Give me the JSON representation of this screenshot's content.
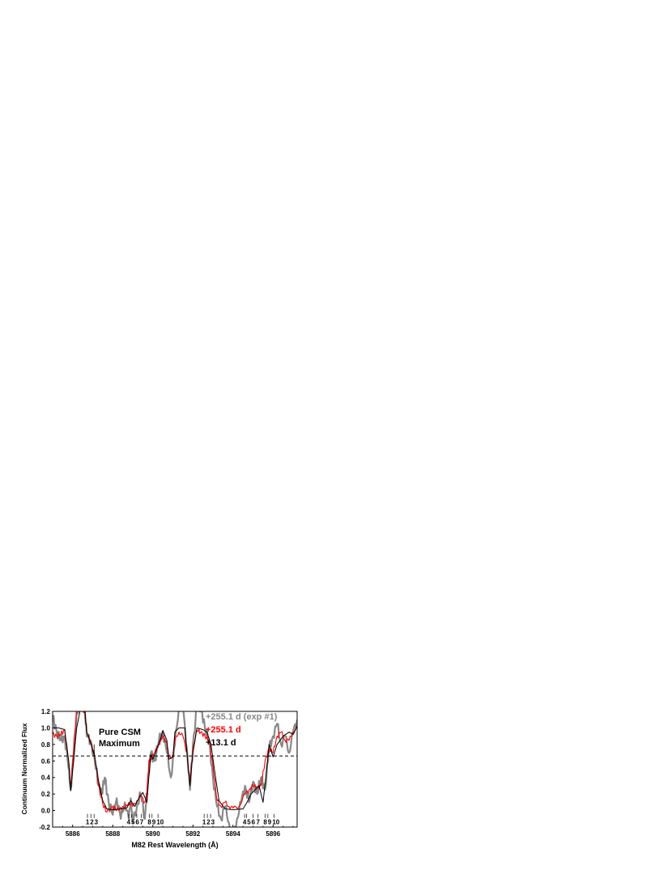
{
  "chart_data": {
    "type": "line",
    "xlabel": "M82 Rest Wavelength (Å)",
    "ylabel": "Continuum Normalized Flux",
    "xlim": [
      5885.0,
      5897.2
    ],
    "ylim": [
      -0.2,
      1.2
    ],
    "xticks": [
      5886,
      5888,
      5890,
      5892,
      5894,
      5896
    ],
    "yticks": [
      -0.2,
      0.0,
      0.2,
      0.4,
      0.6,
      0.8,
      1.0,
      1.2
    ],
    "grid": false,
    "legend_placement": "top-right",
    "hline": {
      "y": 0.66,
      "style": "dashed"
    },
    "annotation": {
      "text_lines": [
        "Pure CSM",
        "Maximum"
      ],
      "arrow_x": 5887.07,
      "arrow_from": 0.8,
      "arrow_to": 0.68
    },
    "markers": [
      {
        "label": "1",
        "x": 5886.74
      },
      {
        "label": "2",
        "x": 5886.91
      },
      {
        "label": "3",
        "x": 5887.07
      },
      {
        "label": "4",
        "x": 5888.79
      },
      {
        "label": "5",
        "x": 5888.93
      },
      {
        "label": "6",
        "x": 5889.2
      },
      {
        "label": "7",
        "x": 5889.43
      },
      {
        "label": "8",
        "x": 5889.83
      },
      {
        "label": "9",
        "x": 5889.96
      },
      {
        "label": "10",
        "x": 5890.26
      },
      {
        "label": "1",
        "x": 5892.56
      },
      {
        "label": "2",
        "x": 5892.72
      },
      {
        "label": "3",
        "x": 5892.88
      },
      {
        "label": "4",
        "x": 5894.58
      },
      {
        "label": "5",
        "x": 5894.68
      },
      {
        "label": "6",
        "x": 5895.0
      },
      {
        "label": "7",
        "x": 5895.25
      },
      {
        "label": "8",
        "x": 5895.61
      },
      {
        "label": "9",
        "x": 5895.74
      },
      {
        "label": "10",
        "x": 5896.05
      }
    ],
    "series": [
      {
        "name": "+255.1 d (exp #1)",
        "color": "#888888",
        "x": [
          5885.0,
          5885.2,
          5885.4,
          5885.6,
          5885.8,
          5885.9,
          5886.05,
          5886.2,
          5886.4,
          5886.6,
          5886.7,
          5886.9,
          5887.1,
          5887.3,
          5887.45,
          5887.6,
          5887.8,
          5888.0,
          5888.2,
          5888.4,
          5888.6,
          5888.8,
          5888.9,
          5889.0,
          5889.2,
          5889.4,
          5889.6,
          5889.8,
          5889.9,
          5890.1,
          5890.3,
          5890.5,
          5890.7,
          5890.9,
          5891.1,
          5891.3,
          5891.5,
          5891.7,
          5891.85,
          5892.0,
          5892.2,
          5892.4,
          5892.6,
          5892.8,
          5893.0,
          5893.2,
          5893.4,
          5893.6,
          5893.8,
          5894.0,
          5894.2,
          5894.4,
          5894.6,
          5894.8,
          5895.0,
          5895.2,
          5895.4,
          5895.6,
          5895.8,
          5896.0,
          5896.2,
          5896.4,
          5896.6,
          5896.8,
          5897.0,
          5897.2
        ],
        "y": [
          1.15,
          0.95,
          0.85,
          0.9,
          0.5,
          0.25,
          0.7,
          1.2,
          1.25,
          1.25,
          0.9,
          0.85,
          0.6,
          0.3,
          0.2,
          0.4,
          0.1,
          -0.05,
          0.15,
          -0.1,
          0.1,
          -0.1,
          0.15,
          -0.15,
          0.05,
          0.2,
          -0.1,
          0.45,
          0.7,
          0.6,
          0.85,
          0.95,
          0.7,
          0.4,
          0.8,
          1.25,
          1.25,
          0.75,
          0.25,
          0.8,
          1.25,
          1.25,
          1.0,
          0.85,
          0.4,
          0.05,
          -0.1,
          0.05,
          -0.15,
          -0.3,
          -0.1,
          0.1,
          0.3,
          0.1,
          0.35,
          0.2,
          0.4,
          0.25,
          0.75,
          0.9,
          1.05,
          0.8,
          0.9,
          0.7,
          0.95,
          1.1
        ]
      },
      {
        "name": "+255.1 d",
        "color": "#ff0000",
        "x": [
          5885.0,
          5885.2,
          5885.4,
          5885.6,
          5885.8,
          5885.9,
          5886.05,
          5886.2,
          5886.4,
          5886.6,
          5886.7,
          5886.9,
          5887.1,
          5887.3,
          5887.5,
          5887.7,
          5888.0,
          5888.2,
          5888.4,
          5888.6,
          5888.8,
          5889.0,
          5889.2,
          5889.4,
          5889.6,
          5889.7,
          5889.8,
          5889.9,
          5890.1,
          5890.3,
          5890.5,
          5890.7,
          5890.8,
          5891.0,
          5891.1,
          5891.3,
          5891.5,
          5891.7,
          5891.85,
          5892.0,
          5892.2,
          5892.4,
          5892.6,
          5892.8,
          5893.0,
          5893.2,
          5893.4,
          5893.6,
          5893.8,
          5894.0,
          5894.3,
          5894.6,
          5894.8,
          5895.0,
          5895.2,
          5895.4,
          5895.6,
          5895.8,
          5896.0,
          5896.2,
          5896.4,
          5896.6,
          5896.8,
          5897.0,
          5897.2
        ],
        "y": [
          0.93,
          0.9,
          0.92,
          0.98,
          0.6,
          0.28,
          0.7,
          1.25,
          1.25,
          1.2,
          0.95,
          0.82,
          0.66,
          0.3,
          0.08,
          -0.02,
          0.05,
          0.0,
          0.04,
          0.03,
          0.1,
          0.05,
          0.12,
          0.18,
          0.1,
          0.2,
          0.6,
          0.62,
          0.7,
          0.8,
          0.9,
          0.82,
          0.64,
          0.65,
          0.85,
          0.95,
          0.9,
          0.7,
          0.32,
          0.75,
          0.97,
          0.95,
          0.9,
          0.85,
          0.55,
          0.12,
          0.05,
          0.1,
          0.05,
          0.03,
          0.05,
          0.2,
          0.25,
          0.3,
          0.28,
          0.3,
          0.6,
          0.75,
          0.7,
          0.9,
          0.95,
          0.85,
          0.85,
          0.95,
          1.0
        ]
      },
      {
        "name": "+13.1 d",
        "color": "#000000",
        "x": [
          5885.0,
          5885.3,
          5885.6,
          5885.8,
          5885.9,
          5886.05,
          5886.2,
          5886.4,
          5886.6,
          5886.7,
          5886.9,
          5887.1,
          5887.3,
          5887.5,
          5887.7,
          5888.0,
          5888.4,
          5888.7,
          5888.9,
          5889.1,
          5889.3,
          5889.5,
          5889.7,
          5889.8,
          5889.9,
          5890.0,
          5890.2,
          5890.4,
          5890.5,
          5890.7,
          5890.8,
          5891.0,
          5891.1,
          5891.3,
          5891.6,
          5891.7,
          5891.85,
          5892.0,
          5892.2,
          5892.5,
          5892.7,
          5892.9,
          5893.1,
          5893.3,
          5893.6,
          5894.0,
          5894.5,
          5894.7,
          5894.9,
          5895.1,
          5895.3,
          5895.5,
          5895.7,
          5895.8,
          5896.0,
          5896.2,
          5896.5,
          5896.8,
          5897.0,
          5897.2
        ],
        "y": [
          1.0,
          1.0,
          0.98,
          0.6,
          0.24,
          0.6,
          1.0,
          1.25,
          1.25,
          0.95,
          0.82,
          0.65,
          0.35,
          0.12,
          0.02,
          0.01,
          0.02,
          0.03,
          0.12,
          0.05,
          0.15,
          0.22,
          0.1,
          0.4,
          0.68,
          0.62,
          0.75,
          0.88,
          0.97,
          0.85,
          0.62,
          0.65,
          0.95,
          1.0,
          1.0,
          0.7,
          0.3,
          0.7,
          1.0,
          0.98,
          0.95,
          0.8,
          0.45,
          0.12,
          0.02,
          0.01,
          0.02,
          0.1,
          0.2,
          0.25,
          0.3,
          0.1,
          0.55,
          0.8,
          0.65,
          0.8,
          0.9,
          0.95,
          0.92,
          1.02
        ]
      }
    ]
  }
}
